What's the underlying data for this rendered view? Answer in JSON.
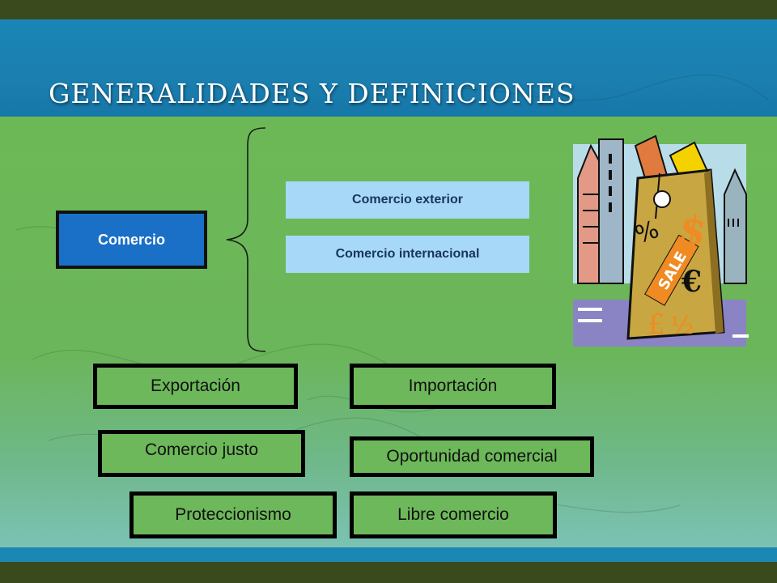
{
  "title": "GENERALIDADES Y DEFINICIONES",
  "main_term": "Comercio",
  "related_terms": [
    "Comercio exterior",
    "Comercio internacional"
  ],
  "terms": {
    "exportacion": "Exportación",
    "importacion": "Importación",
    "comercio_justo": "Comercio justo",
    "oportunidad_comercial": "Oportunidad comercial",
    "proteccionismo": "Proteccionismo",
    "libre_comercio": "Libre comercio"
  },
  "clipart": {
    "tag_text": "SALE",
    "symbols": [
      "%",
      "$",
      "€",
      "£",
      "½"
    ]
  },
  "colors": {
    "title_band": "#1b87b4",
    "content_green": "#6db856",
    "main_box": "#1a6fc7",
    "sub_box": "#a8d8f8",
    "dark_bar": "#3a4a1c"
  }
}
